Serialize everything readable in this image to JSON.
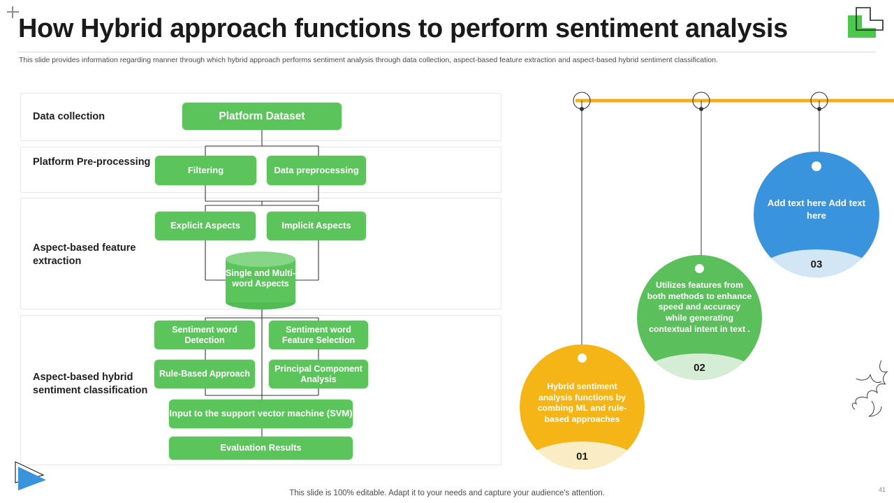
{
  "header": {
    "title": "How Hybrid approach functions to perform sentiment analysis",
    "subtitle": "This slide provides information regarding manner through which hybrid approach performs sentiment analysis through data collection, aspect-based feature extraction and aspect-based hybrid sentiment classification.",
    "add_icon": "plus-icon",
    "logo": "company-logo"
  },
  "colors": {
    "green": "#5BC45B",
    "green_light": "#87D687",
    "yellow": "#F5B517",
    "yellow_light": "#FAEDC4",
    "blue": "#3A93DD",
    "blue_light": "#D3E6F6",
    "green_band": "#D4EDD4",
    "bar": "#F2B01E",
    "panel_border": "#E6E6E6"
  },
  "flow": {
    "rows": [
      {
        "label": "Data collection"
      },
      {
        "label": "Platform Pre-processing"
      },
      {
        "label": "Aspect-based feature extraction"
      },
      {
        "label": "Aspect-based hybrid sentiment classification"
      }
    ],
    "nodes": {
      "dataset": "Platform Dataset",
      "filtering": "Filtering",
      "data_preprocessing": "Data preprocessing",
      "explicit_aspects": "Explicit Aspects",
      "implicit_aspects": "Implicit Aspects",
      "aspects_store": "Single and Multi-word Aspects",
      "sentiment_word_detection": "Sentiment word Detection",
      "sentiment_word_feature_selection": "Sentiment word Feature Selection",
      "rule_based_approach": "Rule-Based Approach",
      "principal_component_analysis": "Principal Component Analysis",
      "svm_input": "Input to the support  vector machine (SVM)",
      "evaluation_results": "Evaluation Results"
    }
  },
  "tags": [
    {
      "number": "01",
      "text": "Hybrid sentiment analysis functions by combing ML and rule-based approaches",
      "color": "#F5B517"
    },
    {
      "number": "02",
      "text": "Utilizes features from both methods to enhance speed and accuracy while generating contextual intent in text .",
      "color": "#5BBF5B"
    },
    {
      "number": "03",
      "text": "Add text here Add text here",
      "color": "#3A93DD"
    }
  ],
  "footer": {
    "note": "This slide is 100% editable. Adapt it to your needs and capture your audience's attention.",
    "page_number": "41",
    "play_icon": "play-triangle-icon",
    "decor_icon": "squiggle-star-icon"
  }
}
